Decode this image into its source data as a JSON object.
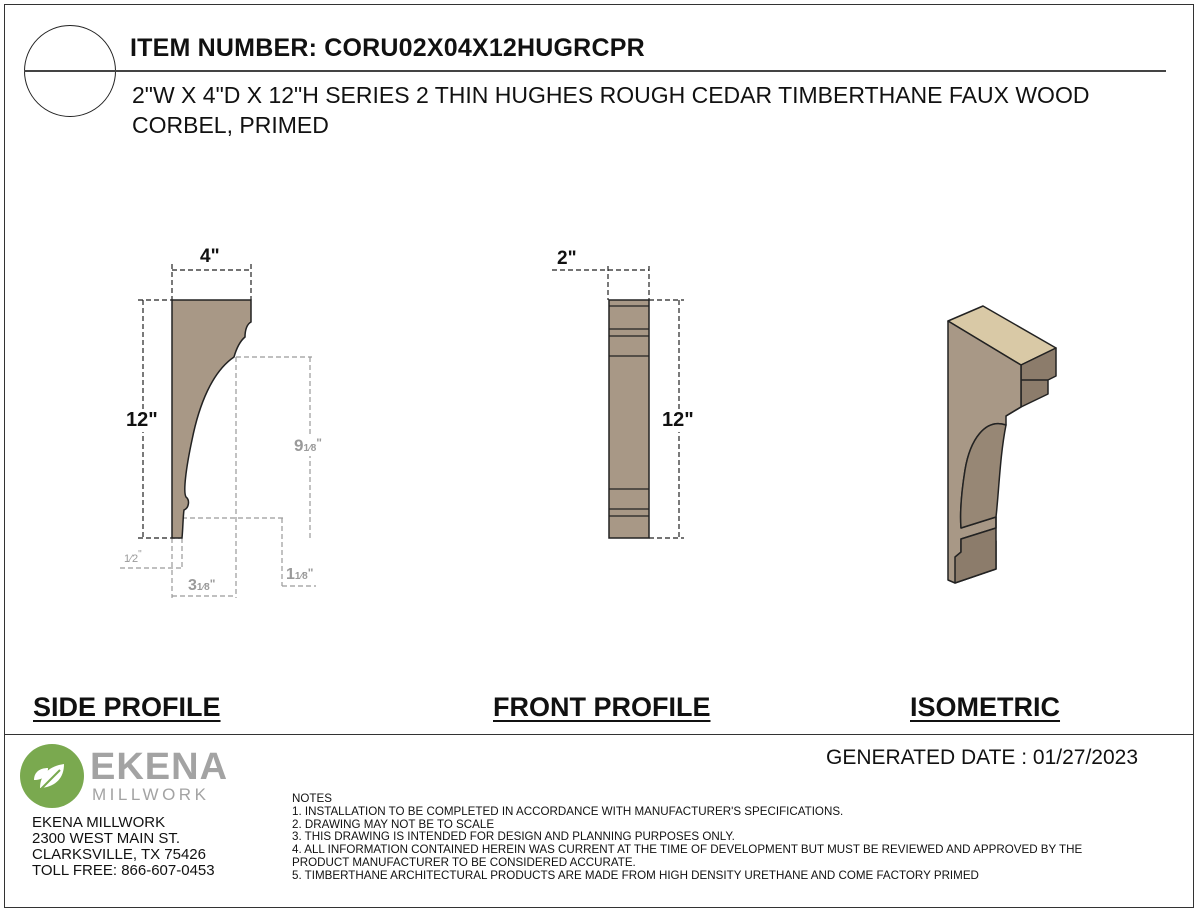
{
  "title_block": {
    "item_number": "ITEM NUMBER: CORU02X04X12HUGRCPR",
    "description": "2\"W X 4\"D X 12\"H SERIES 2 THIN HUGHES ROUGH CEDAR TIMBERTHANE FAUX WOOD CORBEL, PRIMED"
  },
  "views": {
    "side": {
      "label": "SIDE PROFILE",
      "dim_width": "4\"",
      "dim_height": "12\"",
      "dim_curve_height_whole": "9",
      "dim_curve_height_frac": "1⁄8",
      "dim_curve_height_unit": "\"",
      "dim_base_offset_frac": "1⁄2",
      "dim_base_offset_unit": "\"",
      "dim_base_width_whole": "3",
      "dim_base_width_frac": "1⁄8",
      "dim_base_width_unit": "\"",
      "dim_base_height_whole": "1",
      "dim_base_height_frac": "1⁄8",
      "dim_base_height_unit": "\""
    },
    "front": {
      "label": "FRONT PROFILE",
      "dim_width": "2\"",
      "dim_height": "12\""
    },
    "isometric": {
      "label": "ISOMETRIC"
    }
  },
  "footer": {
    "generated_date": "GENERATED DATE : 01/27/2023",
    "brand_name": "EKENA",
    "brand_sub": "MILLWORK",
    "address": [
      "EKENA MILLWORK",
      "2300 WEST MAIN ST.",
      "CLARKSVILLE, TX 75426",
      "TOLL FREE: 866-607-0453"
    ],
    "notes_title": "NOTES",
    "notes": [
      "1. INSTALLATION TO BE COMPLETED IN ACCORDANCE WITH MANUFACTURER'S SPECIFICATIONS.",
      "2. DRAWING MAY NOT BE TO SCALE",
      "3. THIS DRAWING IS INTENDED FOR DESIGN AND PLANNING PURPOSES ONLY.",
      "4. ALL INFORMATION CONTAINED HEREIN WAS CURRENT AT THE TIME OF DEVELOPMENT BUT MUST BE REVIEWED AND APPROVED BY THE",
      "PRODUCT MANUFACTURER TO BE CONSIDERED ACCURATE.",
      "5. TIMBERTHANE ARCHITECTURAL PRODUCTS ARE MADE FROM HIGH DENSITY URETHANE AND COME FACTORY PRIMED"
    ]
  },
  "colors": {
    "wood": "#a89886",
    "wood_dark": "#8c7c6b",
    "wood_top": "#d9c9a6",
    "outline": "#222222",
    "dim_gray": "#9a9a9a",
    "brand_green": "#7aa94f",
    "brand_gray": "#a3a3a3"
  }
}
